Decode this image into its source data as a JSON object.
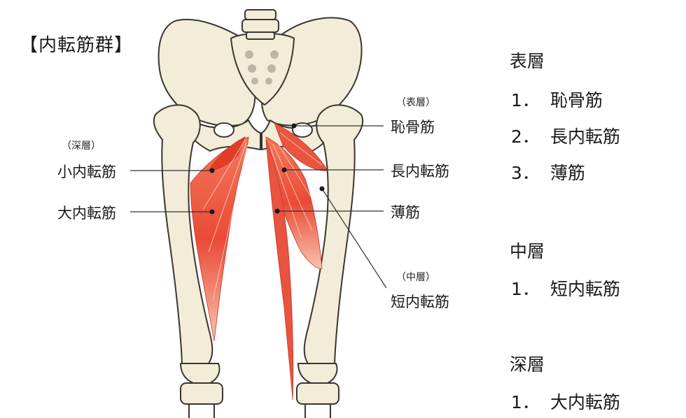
{
  "title": "【内転筋群】",
  "labels": {
    "deep_tag": "（深層）",
    "small": "小内転筋",
    "large": "大内転筋",
    "surface_tag": "（表層）",
    "pubic": "恥骨筋",
    "long": "長内転筋",
    "gracilis": "薄筋",
    "middle_tag": "（中層）",
    "short": "短内転筋"
  },
  "legend": [
    {
      "heading": "表層",
      "items": [
        {
          "num": "1．",
          "name": "恥骨筋"
        },
        {
          "num": "2．",
          "name": "長内転筋"
        },
        {
          "num": "3．",
          "name": "薄筋"
        }
      ]
    },
    {
      "heading": "中層",
      "items": [
        {
          "num": "1．",
          "name": "短内転筋"
        }
      ]
    },
    {
      "heading": "深層",
      "items": [
        {
          "num": "1．",
          "name": "大内転筋"
        }
      ]
    }
  ],
  "colors": {
    "bone_fill": "#f3ecd8",
    "bone_stroke": "#3a3530",
    "muscle": "#ea4a35",
    "muscle_light": "#f7b8a4",
    "line": "#333333"
  }
}
